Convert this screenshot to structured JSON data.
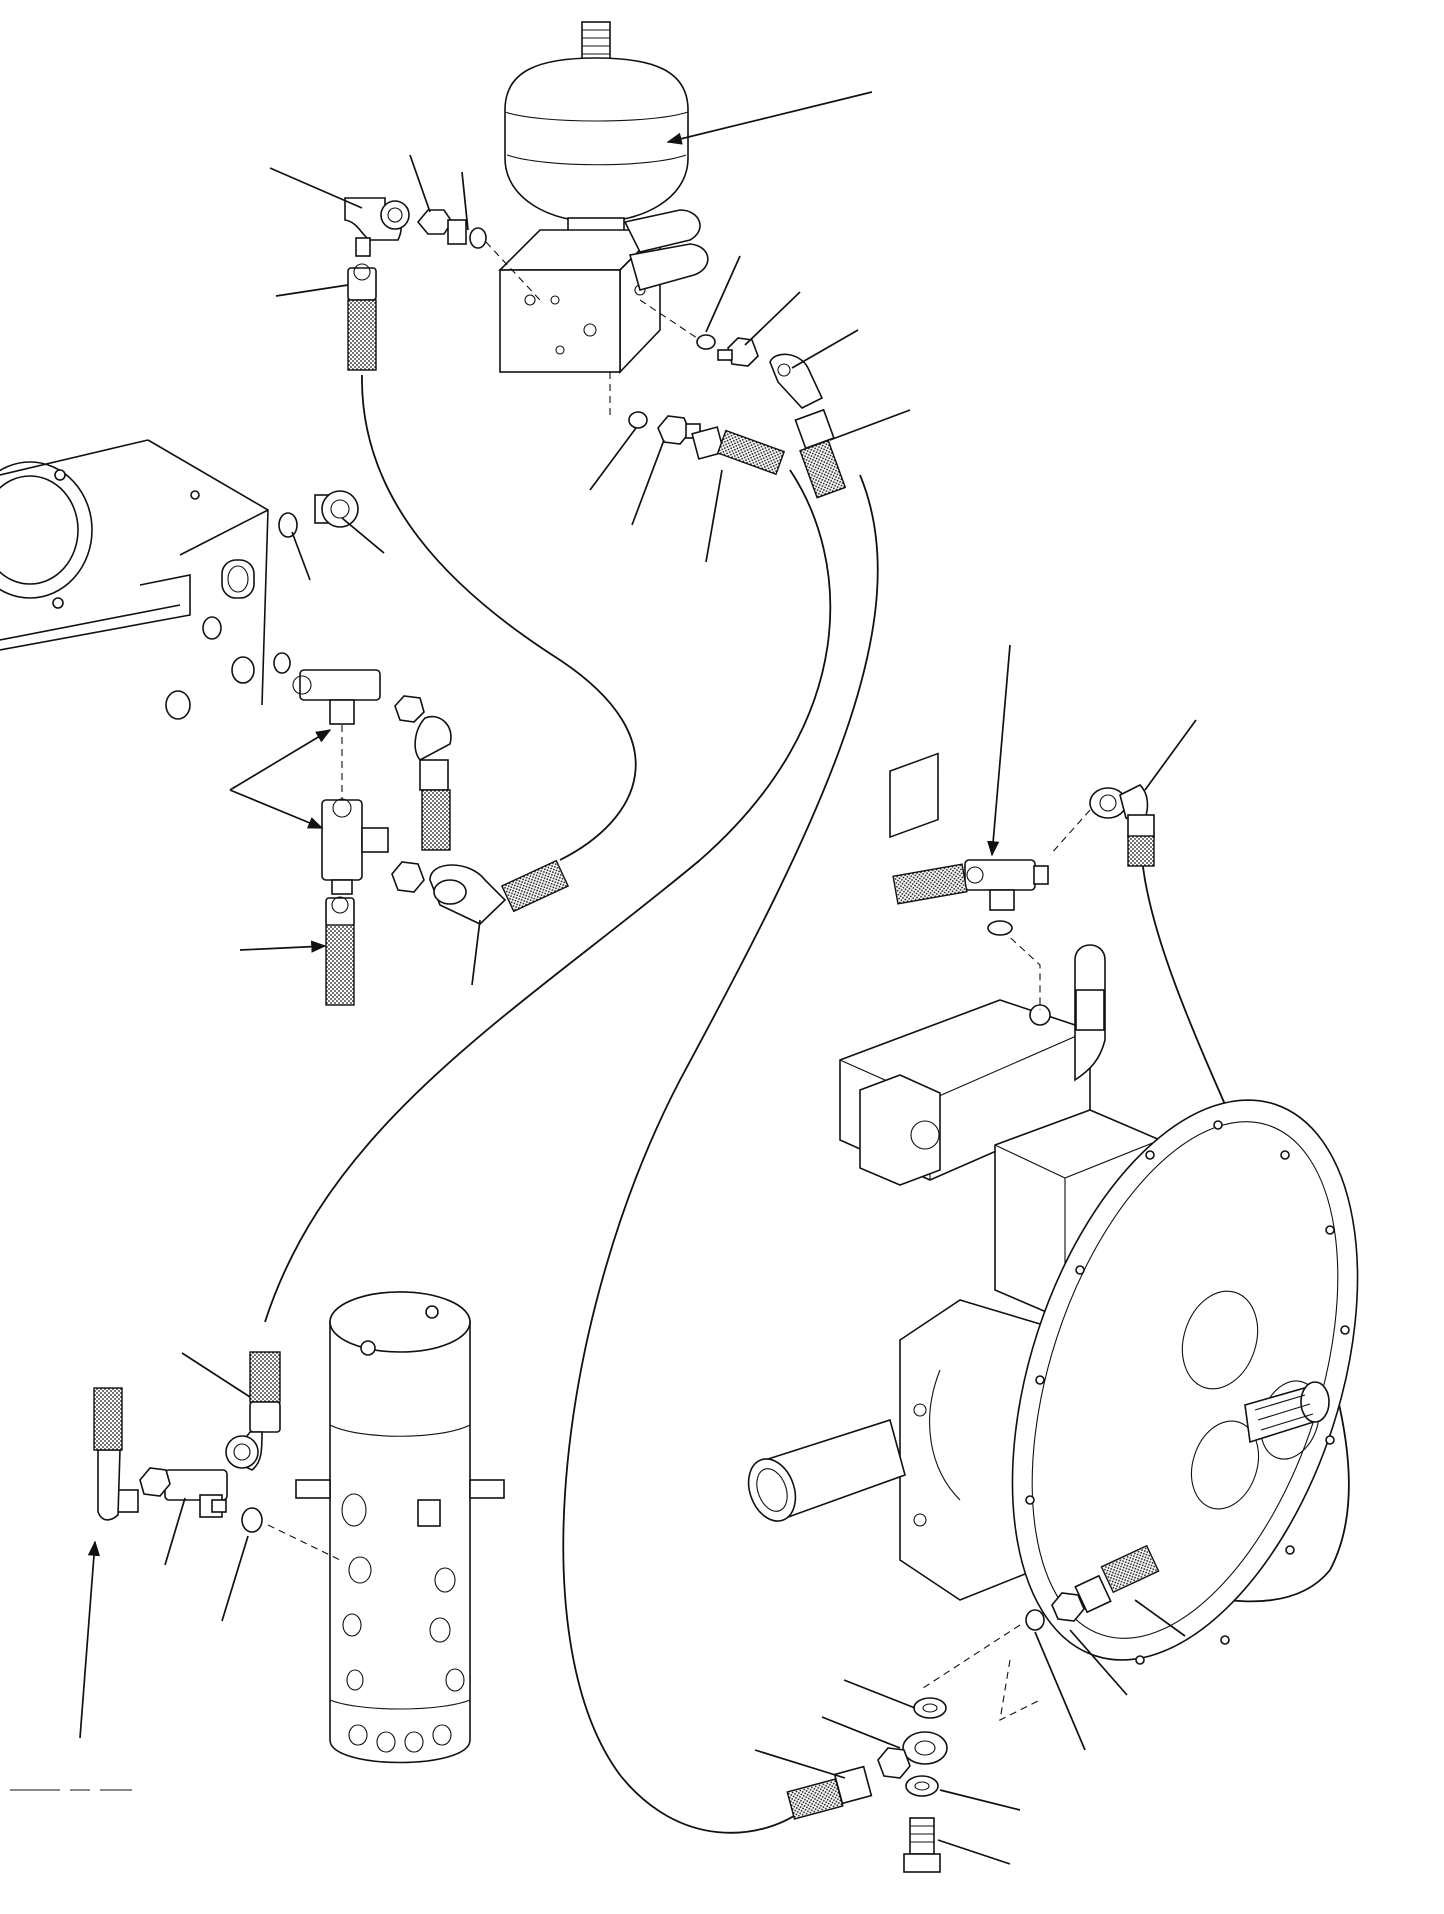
{
  "diagram": {
    "components": [
      {
        "name": "accumulator",
        "icon": "accumulator-icon"
      },
      {
        "name": "manifold-block",
        "icon": "block-icon"
      },
      {
        "name": "hydraulic-pump",
        "icon": "pump-icon"
      },
      {
        "name": "swivel-joint",
        "icon": "swivel-joint-icon"
      },
      {
        "name": "tank-cover",
        "icon": "tank-icon"
      }
    ],
    "leader_count": 30,
    "hose_count": 4
  }
}
